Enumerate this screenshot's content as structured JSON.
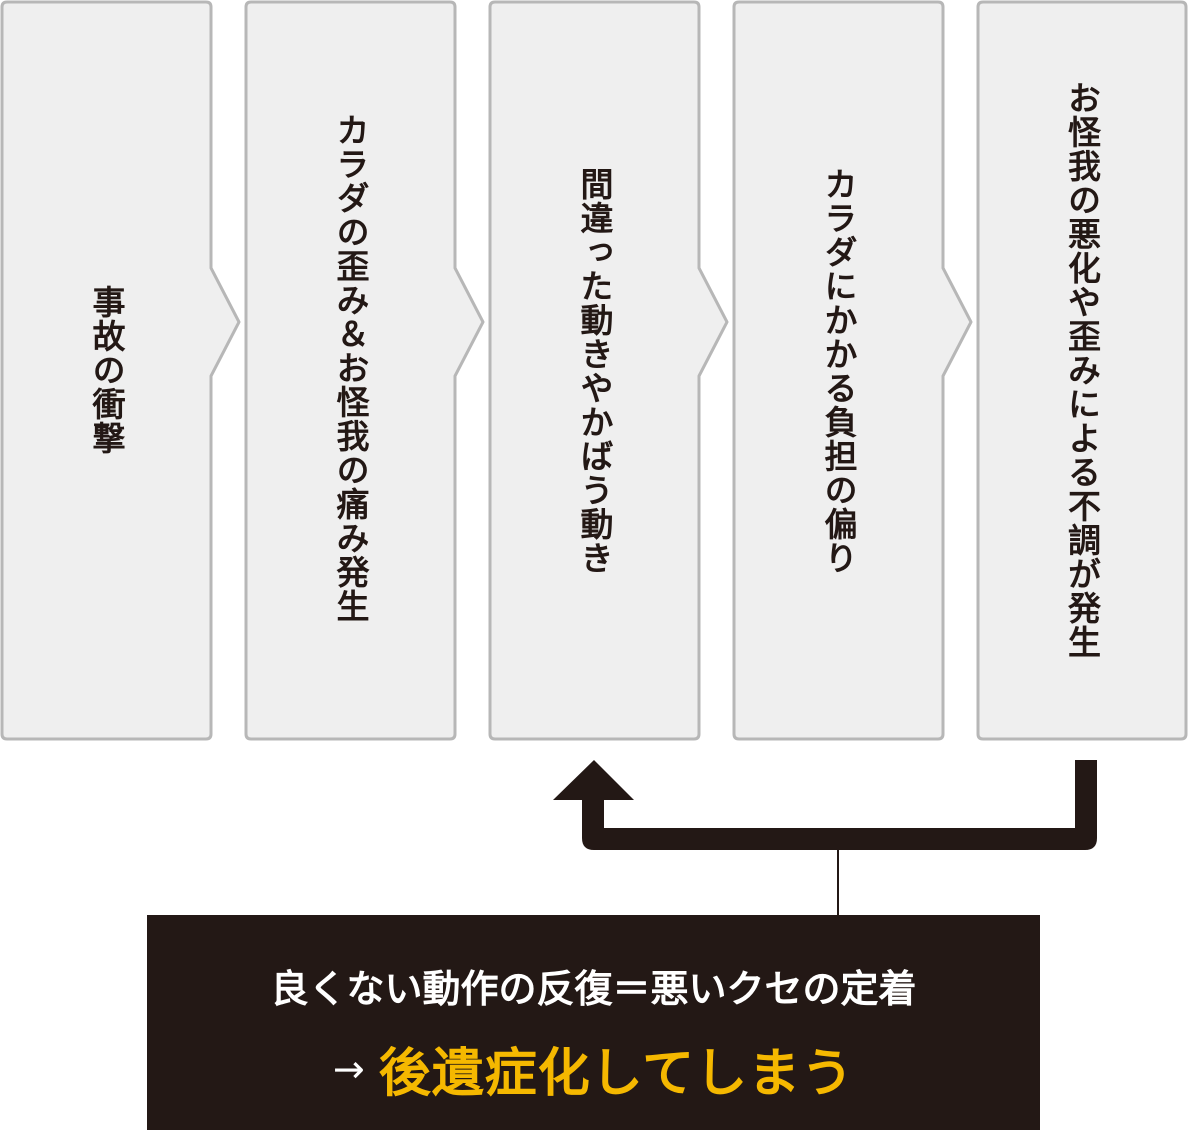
{
  "colors": {
    "box_fill": "#efefef",
    "box_border": "#b7b7b7",
    "text_dark": "#231815",
    "summary_bg": "#231815",
    "summary_text": "#ffffff",
    "highlight": "#f5b800"
  },
  "steps": [
    {
      "label": "事故の衝撃"
    },
    {
      "label": "カラダの歪み＆お怪我の痛み発生"
    },
    {
      "label": "間違った動きやかばう動き"
    },
    {
      "label": "カラダにかかる負担の偏り"
    },
    {
      "label": "お怪我の悪化や歪みによる不調が発生"
    }
  ],
  "loop_arrow": {
    "from_step": 5,
    "to_step": 3,
    "icon": "return-arrow-icon"
  },
  "summary": {
    "line1": "良くない動作の反復＝悪いクセの定着",
    "arrow_symbol": "→",
    "result": "後遺症化してしまう"
  }
}
